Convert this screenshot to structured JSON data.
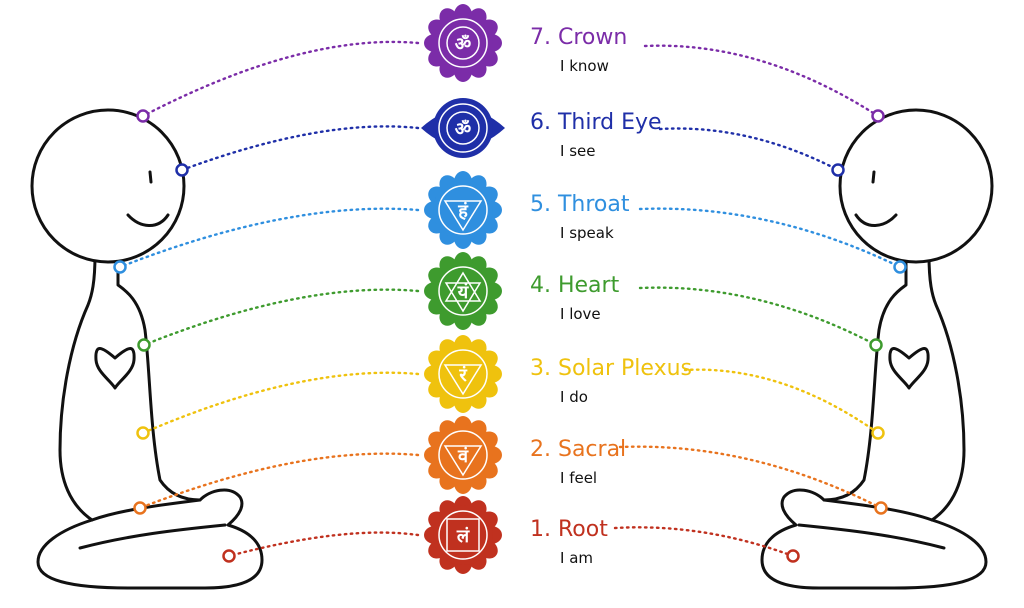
{
  "chakras": [
    {
      "number": "7.",
      "name": "Crown",
      "phrase": "I know",
      "color": "#7B2CA8",
      "symbol": "ॐ"
    },
    {
      "number": "6.",
      "name": "Third Eye",
      "phrase": "I see",
      "color": "#1F2FA8",
      "symbol": "ॐ"
    },
    {
      "number": "5.",
      "name": "Throat",
      "phrase": "I speak",
      "color": "#2F8FDF",
      "symbol": "हं"
    },
    {
      "number": "4.",
      "name": "Heart",
      "phrase": "I love",
      "color": "#3E9B2E",
      "symbol": "यं"
    },
    {
      "number": "3.",
      "name": "Solar Plexus",
      "phrase": "I do",
      "color": "#EFC20E",
      "symbol": "रं"
    },
    {
      "number": "2.",
      "name": "Sacral",
      "phrase": "I feel",
      "color": "#E8731E",
      "symbol": "वं"
    },
    {
      "number": "1.",
      "name": "Root",
      "phrase": "I am",
      "color": "#C0311F",
      "symbol": "लं"
    }
  ]
}
